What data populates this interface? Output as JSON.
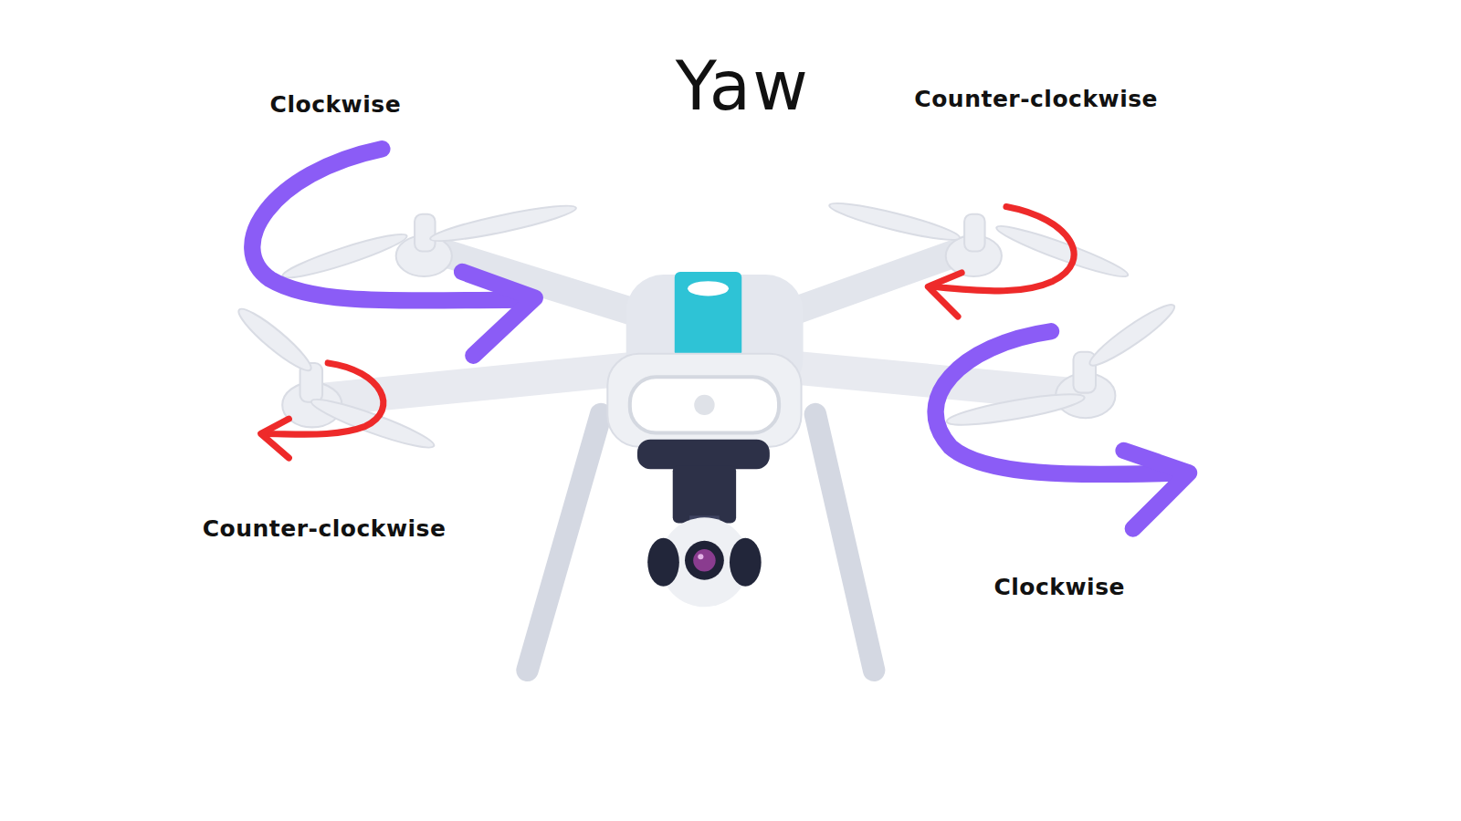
{
  "diagram": {
    "title": "Yaw",
    "labels": [
      "Clockwise",
      "Counter-clockwise",
      "Counter-clockwise",
      "Clockwise"
    ]
  }
}
